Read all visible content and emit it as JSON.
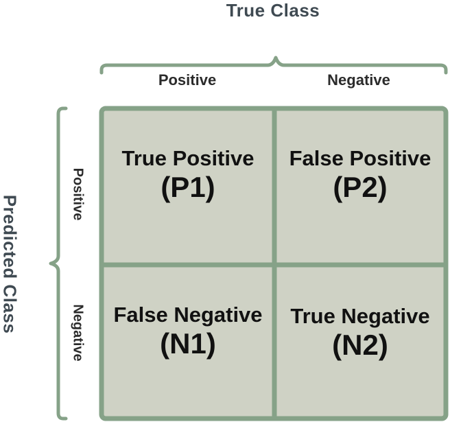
{
  "diagram": {
    "top_title": "True Class",
    "side_title": "Predicted Class",
    "columns": [
      "Positive",
      "Negative"
    ],
    "rows": [
      "Positive",
      "Negative"
    ],
    "cells": [
      {
        "name": "True Positive",
        "code": "(P1)"
      },
      {
        "name": "False Positive",
        "code": "(P2)"
      },
      {
        "name": "False Negative",
        "code": "(N1)"
      },
      {
        "name": "True Negative",
        "code": "(N2)"
      }
    ],
    "colors": {
      "grid_fill": "#cfd2c5",
      "grid_border": "#86a288",
      "bracket": "#86a288",
      "title_text": "#3f4a52"
    }
  }
}
